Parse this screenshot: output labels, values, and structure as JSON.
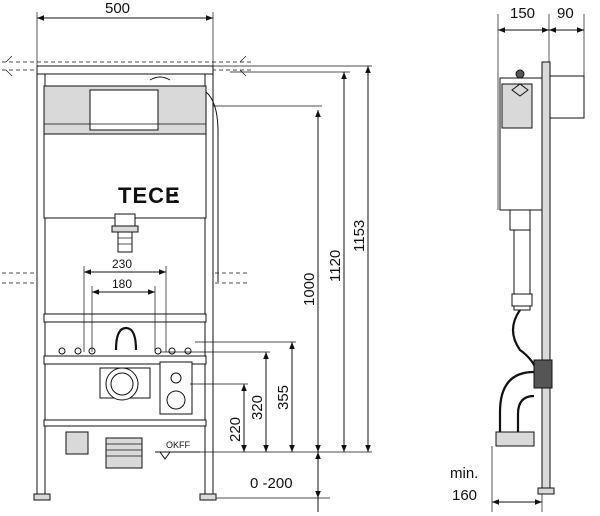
{
  "brand": {
    "name": "TECE",
    "suffix": ":"
  },
  "front_view": {
    "width_dim": "500",
    "height_dims": [
      "1000",
      "1120",
      "1153"
    ],
    "pipe_spacing_outer": "230",
    "pipe_spacing_inner": "180",
    "low_dims": [
      "220",
      "320",
      "355"
    ],
    "floor_range": "0 -200",
    "floor_label": "OKFF"
  },
  "side_view": {
    "depth_dims": [
      "150",
      "90"
    ],
    "min_label": "min.",
    "min_value": "160"
  }
}
